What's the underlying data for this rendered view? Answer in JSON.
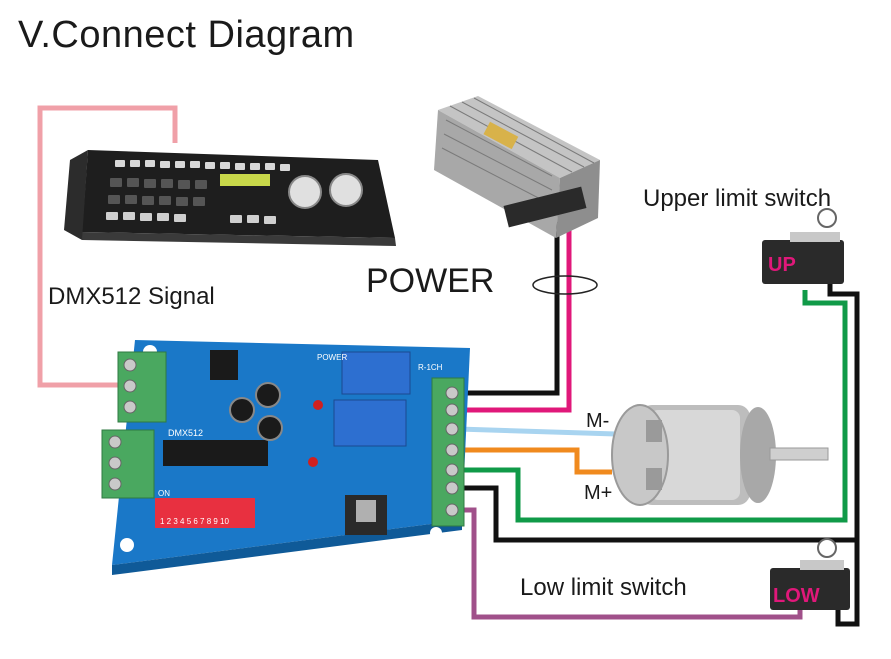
{
  "title": "V.Connect Diagram",
  "labels": {
    "dmx_signal": "DMX512 Signal",
    "power": "POWER",
    "upper_limit": "Upper limit switch",
    "low_limit": "Low limit switch",
    "motor_minus": "M-",
    "motor_plus": "M+",
    "up_tag": "UP",
    "low_tag": "LOW"
  },
  "board": {
    "chip_label": "DMX512",
    "dip_on": "ON",
    "dip_numbers": "1 2 3 4 5 6 7 8 9 10",
    "terminal_top": "R-1CH",
    "power_mark": "POWER"
  },
  "colors": {
    "dmx_wire": "#f0a0a8",
    "power_wire_negative": "#111111",
    "power_wire_positive": "#e0187a",
    "motor_wire_minus": "#a8d4f0",
    "motor_wire_plus": "#f08a1e",
    "upper_switch_wire": "#109a48",
    "common_wire": "#111111",
    "low_switch_wire": "#a0508a",
    "switch_tag": "#e0187a",
    "board": "#1a78c8",
    "terminal": "#4aa860"
  }
}
